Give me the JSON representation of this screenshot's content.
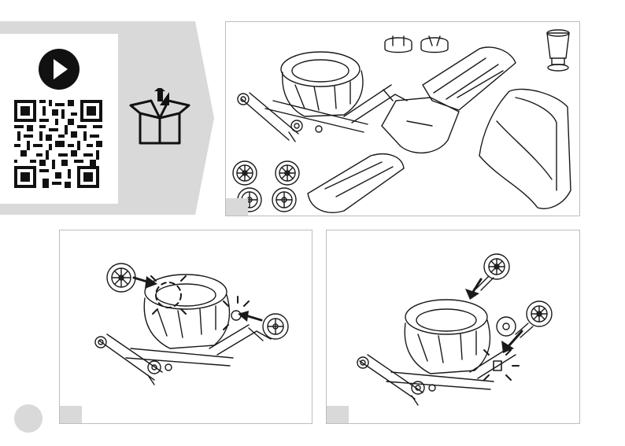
{
  "page_number": "",
  "icons": {
    "video": "play-circle-icon",
    "qr": "qr-code-icon",
    "unbox": "unbox-icon"
  },
  "colors": {
    "band": "#d9d9d9",
    "ink": "#1a1a1a",
    "panel_border": "#bdbdbd"
  },
  "steps": [
    {
      "id": "contents",
      "label": ""
    },
    {
      "id": "attach-rear-wheels",
      "label": ""
    },
    {
      "id": "attach-front-wheels",
      "label": ""
    }
  ]
}
